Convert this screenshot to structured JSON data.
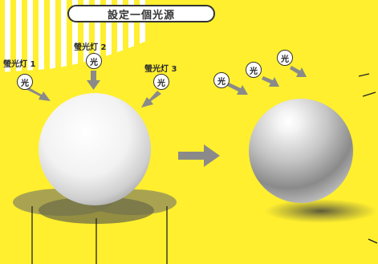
{
  "title": "設定一個光源",
  "lamps": [
    {
      "label": "螢光灯 1",
      "badge": "光"
    },
    {
      "label": "螢光灯 2",
      "badge": "光"
    },
    {
      "label": "螢光灯 3",
      "badge": "光"
    }
  ],
  "result_badges": [
    "光",
    "光",
    "光"
  ],
  "colors": {
    "background": "#FFEF2E",
    "arrow": "#8A8A8A",
    "shadow": "#8C8A5E",
    "outline": "#333333"
  }
}
